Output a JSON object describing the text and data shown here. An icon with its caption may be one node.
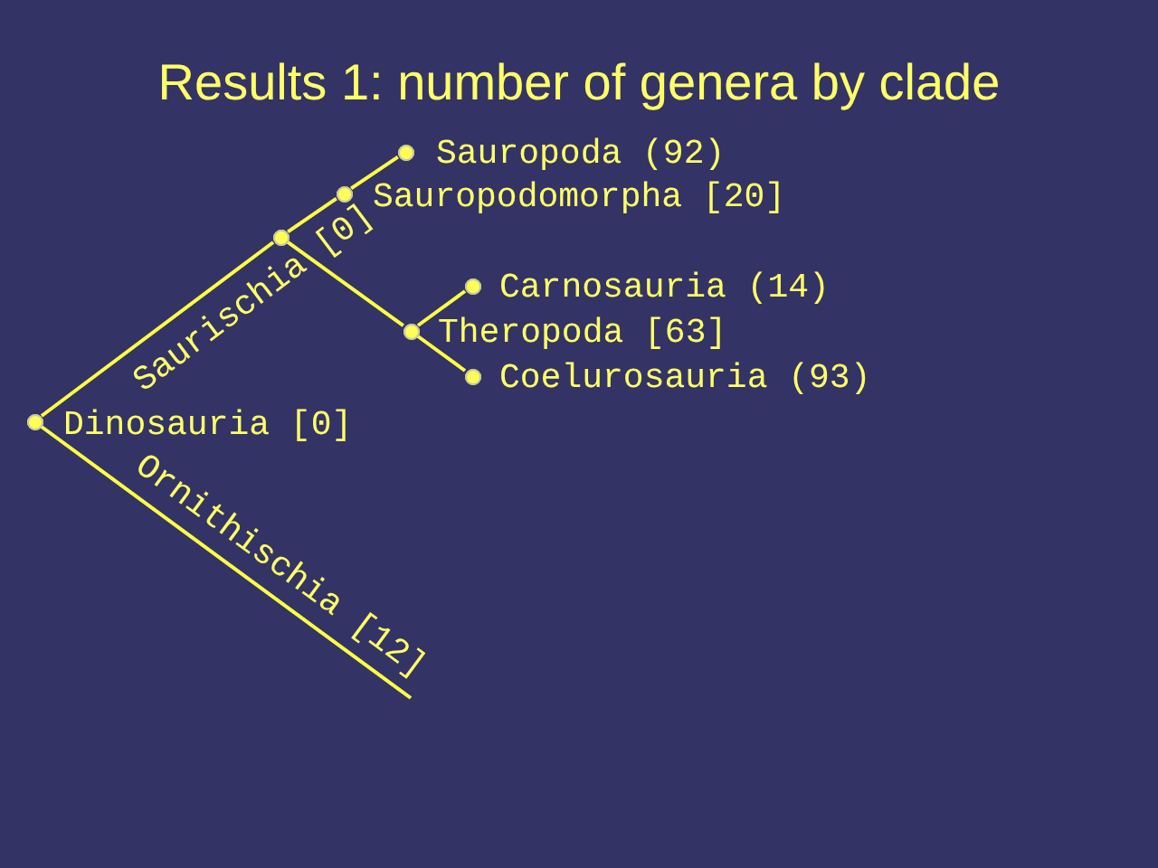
{
  "diagram": {
    "title": "Results 1: number of genera by clade",
    "nodes": [
      {
        "text": [],
        "shape": "circle",
        "beside": [
          "Sauropoda (92)"
        ]
      },
      {
        "text": [],
        "shape": "circle",
        "beside": [
          "Sauropodomorpha [20]"
        ]
      },
      {
        "text": [],
        "shape": "circle"
      },
      {
        "text": [],
        "shape": "circle",
        "beside": [
          "Carnosauria (14)"
        ]
      },
      {
        "text": [],
        "shape": "circle",
        "beside": [
          "Theropoda [63]"
        ]
      },
      {
        "text": [],
        "shape": "circle",
        "beside": [
          "Coelurosauria (93)"
        ]
      },
      {
        "text": [],
        "shape": "circle",
        "beside": [
          "Dinosauria [0]"
        ]
      }
    ],
    "edges": [
      {
        "from": 6,
        "to": 2,
        "arrow": "none",
        "label": "Saurischia [0]"
      },
      {
        "from": 6,
        "to": null,
        "arrow": "none",
        "label": "Ornithischia [12]"
      },
      {
        "from": 2,
        "to": 1,
        "arrow": "none"
      },
      {
        "from": 1,
        "to": 0,
        "arrow": "none"
      },
      {
        "from": 2,
        "to": 4,
        "arrow": "none"
      },
      {
        "from": 4,
        "to": 3,
        "arrow": "none"
      },
      {
        "from": 4,
        "to": 5,
        "arrow": "none"
      }
    ]
  }
}
